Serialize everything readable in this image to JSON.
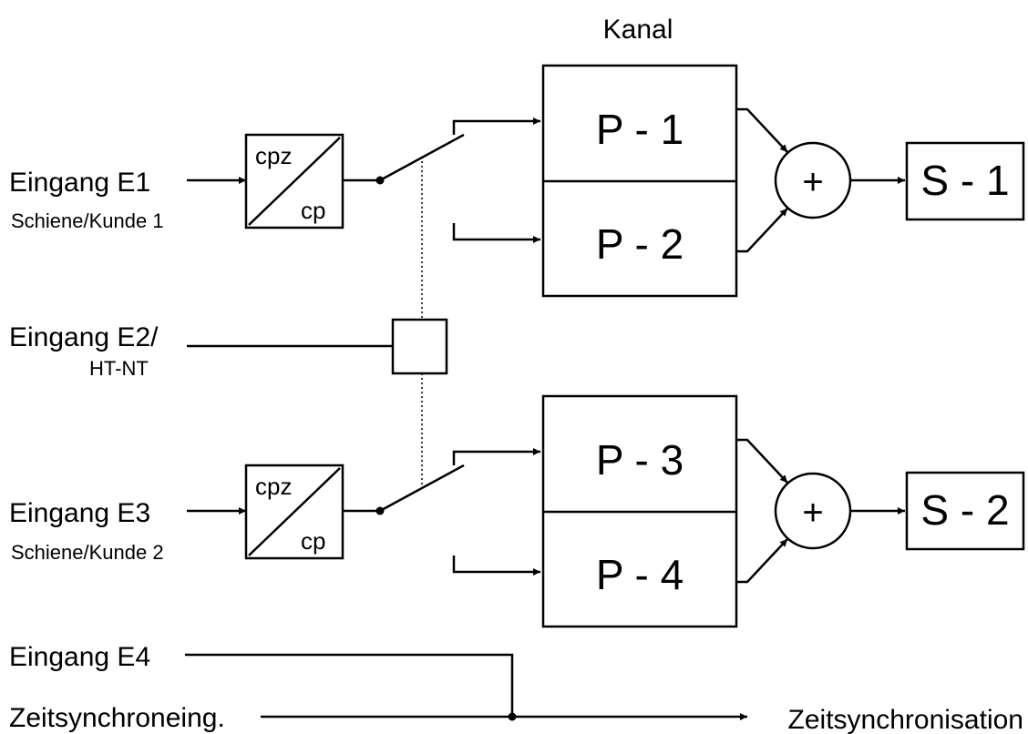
{
  "title": "Kanal",
  "inputs": {
    "e1": {
      "label": "Eingang E1",
      "sub": "Schiene/Kunde 1"
    },
    "e2": {
      "label": "Eingang E2/",
      "sub": "HT-NT"
    },
    "e3": {
      "label": "Eingang E3",
      "sub": "Schiene/Kunde 2"
    },
    "e4": {
      "label": "Eingang E4"
    },
    "sync_in": {
      "label": "Zeitsynchroneing."
    }
  },
  "converter": {
    "top": "cpz",
    "bottom": "cp"
  },
  "channels": {
    "p1": "P - 1",
    "p2": "P - 2",
    "p3": "P - 3",
    "p4": "P - 4"
  },
  "sum_symbol": "+",
  "outputs": {
    "s1": "S - 1",
    "s2": "S - 2",
    "sync_out": "Zeitsynchronisation"
  }
}
